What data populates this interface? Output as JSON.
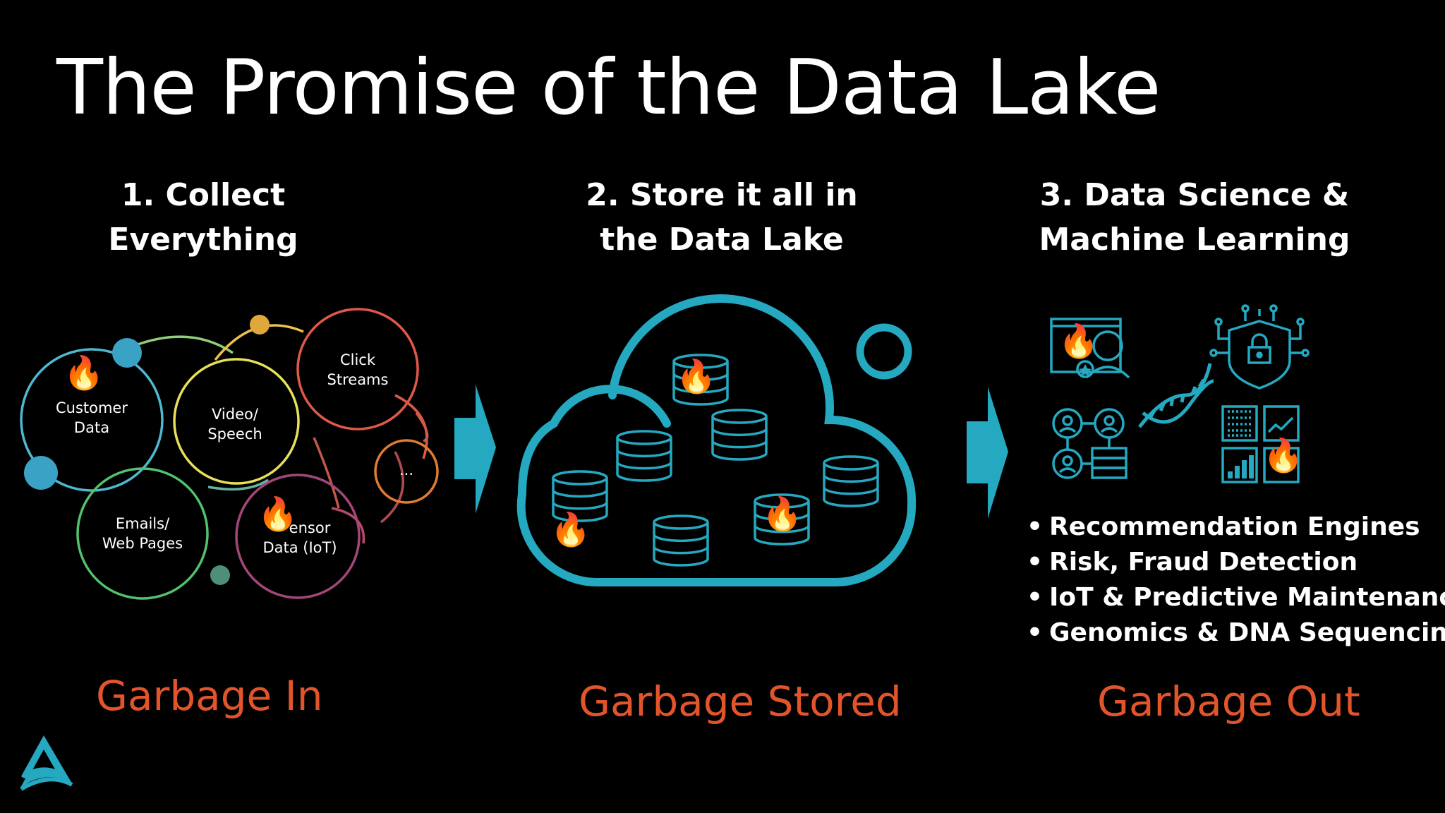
{
  "title": "The Promise of the Data Lake",
  "steps": [
    {
      "line1": "1. Collect",
      "line2": "Everything",
      "result": "Garbage In"
    },
    {
      "line1": "2. Store it all in",
      "line2": "the Data Lake",
      "result": "Garbage Stored"
    },
    {
      "line1": "3. Data Science &",
      "line2": "Machine Learning",
      "result": "Garbage Out"
    }
  ],
  "sources": [
    {
      "line1": "Customer",
      "line2": "Data",
      "color": "#4fb8cf"
    },
    {
      "line1": "Video/",
      "line2": "Speech",
      "color": "#e7e05a"
    },
    {
      "line1": "Click",
      "line2": "Streams",
      "color": "#e0584a"
    },
    {
      "line1": "Emails/",
      "line2": "Web Pages",
      "color": "#52c26c"
    },
    {
      "line1": "ensor",
      "line2": "Data (IoT)",
      "color": "#a3477a"
    },
    {
      "line1": "...",
      "line2": "",
      "color": "#e07b30"
    }
  ],
  "use_cases": [
    "Recommendation Engines",
    "Risk, Fraud Detection",
    "IoT & Predictive Maintenance",
    "Genomics & DNA Sequencing"
  ],
  "colors": {
    "accent": "#24a9c1",
    "garbage": "#e2552b",
    "background": "#000000"
  },
  "icons": [
    "fire-icon",
    "database-icon",
    "cloud-icon",
    "arrow-right-icon",
    "dna-icon",
    "shield-lock-icon",
    "network-people-icon",
    "analytics-dashboard-icon",
    "presenter-icon",
    "company-logo-icon"
  ]
}
